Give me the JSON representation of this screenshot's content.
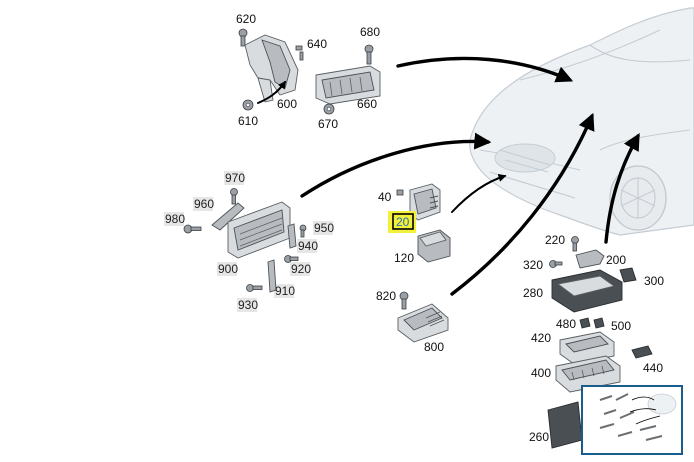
{
  "labels": {
    "p620": "620",
    "p640": "640",
    "p680": "680",
    "p600": "600",
    "p660": "660",
    "p610": "610",
    "p670": "670",
    "p970": "970",
    "p960": "960",
    "p980": "980",
    "p950": "950",
    "p940": "940",
    "p900": "900",
    "p920": "920",
    "p910": "910",
    "p930": "930",
    "p40": "40",
    "p20": "20",
    "p120": "120",
    "p820": "820",
    "p800": "800",
    "p220": "220",
    "p200": "200",
    "p320": "320",
    "p300": "300",
    "p280": "280",
    "p480": "480",
    "p500": "500",
    "p420": "420",
    "p440": "440",
    "p400": "400",
    "p260": "260"
  },
  "colors": {
    "highlight": "#f3f03a",
    "label_box_bg": "#e6e6e6",
    "inset_border": "#1a5c8a",
    "arrow": "#000000"
  },
  "highlighted_label": "20"
}
